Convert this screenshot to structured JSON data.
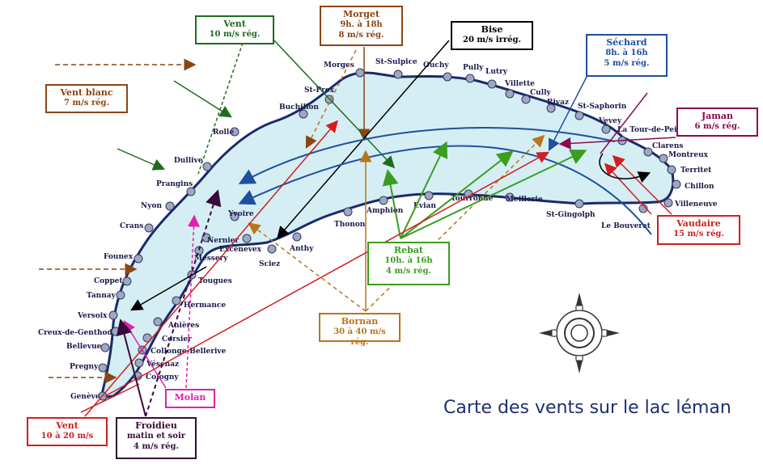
{
  "title": "Carte des vents sur le lac léman",
  "colors": {
    "lake_fill": "#d4eef4",
    "shore": "#1b2a6b",
    "vent": "#1f6b1f",
    "vent_blanc": "#8b4513",
    "morget": "#8b4513",
    "bise": "#000000",
    "sechard": "#1f4fa0",
    "jaman": "#8b0a50",
    "vaudaire": "#d21e1e",
    "rebat": "#3a9d1f",
    "bornan": "#b8751a",
    "molan": "#e020b0",
    "froidieu": "#3a0a3a",
    "vent_red": "#d21e1e"
  },
  "towns": [
    "Morges",
    "St-Sulpice",
    "Ouchy",
    "Pully",
    "Lutry",
    "Villette",
    "Cully",
    "Rivaz",
    "St-Saphorin",
    "Vevey",
    "La Tour-de-Peilz",
    "Clarens",
    "Montreux",
    "Territet",
    "Chillon",
    "Villeneuve",
    "Le Bouveret",
    "St-Gingolph",
    "Meillerie",
    "Tourronde",
    "Evian",
    "Amphion",
    "Thonon",
    "Anthy",
    "Sciez",
    "Excenevex",
    "Yvoire",
    "Nernier",
    "Messery",
    "Tougues",
    "Hermance",
    "Anières",
    "Corsier",
    "Collonge-Bellerive",
    "Vésenaz",
    "Cologny",
    "Genève",
    "Pregny",
    "Bellevue",
    "Creux-de-Genthod",
    "Versoix",
    "Tannay",
    "Coppet",
    "Founex",
    "Crans",
    "Nyon",
    "Prangins",
    "Dullive",
    "Rolle",
    "Buchillon",
    "St-Prex"
  ],
  "winds": {
    "vent": {
      "name": "Vent",
      "detail": "10 m/s  rég."
    },
    "vent_blanc": {
      "name": "Vent blanc",
      "detail": "7 m/s  rég."
    },
    "morget": {
      "name": "Morget",
      "detail1": "9h. à 18h",
      "detail2": "8 m/s  rég."
    },
    "bise": {
      "name": "Bise",
      "detail": "20 m/s  irrég."
    },
    "sechard": {
      "name": "Séchard",
      "detail1": "8h. à 16h",
      "detail2": "5 m/s  rég."
    },
    "jaman": {
      "name": "Jaman",
      "detail": "6 m/s  rég."
    },
    "vaudaire": {
      "name": "Vaudaire",
      "detail": "15 m/s  rég."
    },
    "rebat": {
      "name": "Rebat",
      "detail1": "10h. à 16h",
      "detail2": "4 m/s  rég."
    },
    "bornan": {
      "name": "Bornan",
      "detail": "30 à 40 m/s  rég."
    },
    "molan": {
      "name": "Molan"
    },
    "froidieu": {
      "name": "Froidieu",
      "detail1": "matin et soir",
      "detail2": "4 m/s  rég."
    },
    "vent_sw": {
      "name": "Vent",
      "detail": "10 à 20 m/s"
    }
  }
}
